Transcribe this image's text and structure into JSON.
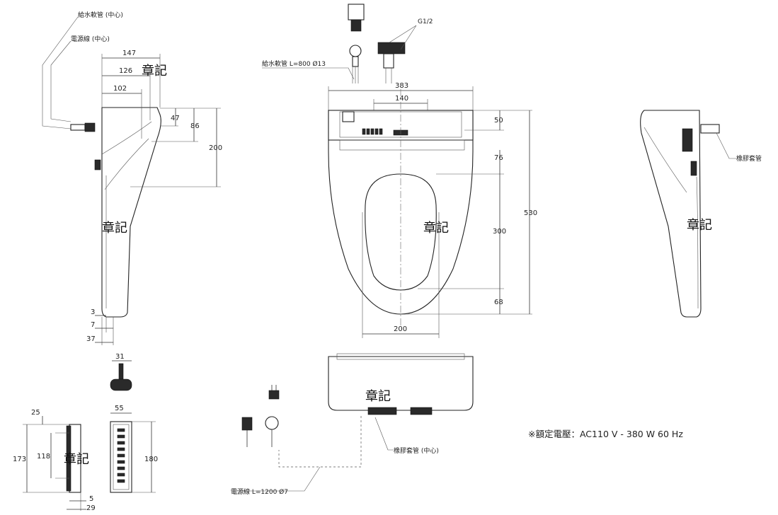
{
  "labels": {
    "water_hose_center": "給水軟管 (中心)",
    "power_cord_center": "電源線 (中心)",
    "water_hose_spec": "給水軟管 L=800 Ø13",
    "thread_g12": "G1/2",
    "rubber_sleeve": "橡膠套管",
    "rubber_sleeve_center": "橡膠套管 (中心)",
    "power_cord_spec": "電源線 L=1200 Ø7",
    "rated_voltage": "※額定電壓：AC110 V - 380 W 60 Hz"
  },
  "stamp_text": "章記",
  "dimensions": {
    "side_147": "147",
    "side_126": "126",
    "side_102": "102",
    "side_47": "47",
    "side_86": "86",
    "side_200": "200",
    "side_3": "3",
    "side_7": "7",
    "side_37": "37",
    "bracket_31": "31",
    "remote_25": "25",
    "remote_173": "173",
    "remote_118": "118",
    "remote_55": "55",
    "remote_180": "180",
    "remote_5": "5",
    "remote_29": "29",
    "top_383": "383",
    "top_140": "140",
    "top_50": "50",
    "top_76": "76",
    "top_530": "530",
    "top_300": "300",
    "top_68": "68",
    "top_200": "200"
  }
}
